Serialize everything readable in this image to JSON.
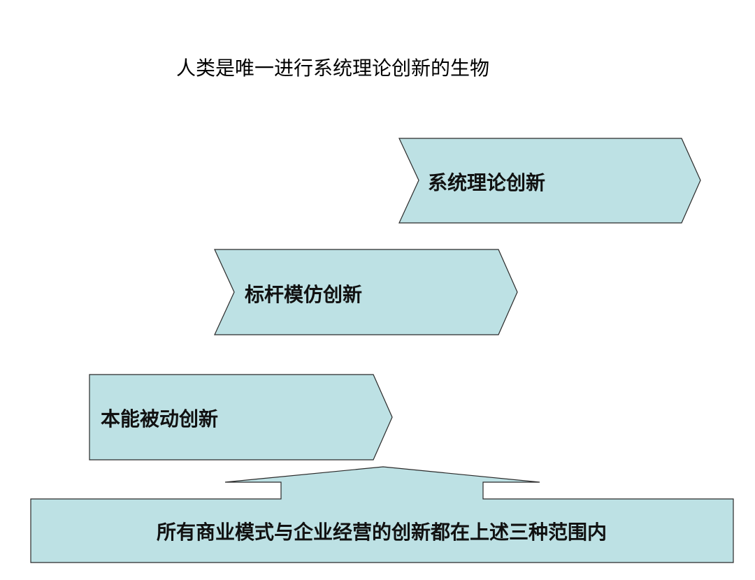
{
  "title": "人类是唯一进行系统理论创新的生物",
  "levels": [
    {
      "label": "系统理论创新"
    },
    {
      "label": "标杆模仿创新"
    },
    {
      "label": "本能被动创新"
    }
  ],
  "foundation": {
    "label": "所有商业模式与企业经营的创新都在上述三种范围内"
  },
  "colors": {
    "fill": "#bde1e4",
    "stroke": "#2a2a2a"
  }
}
